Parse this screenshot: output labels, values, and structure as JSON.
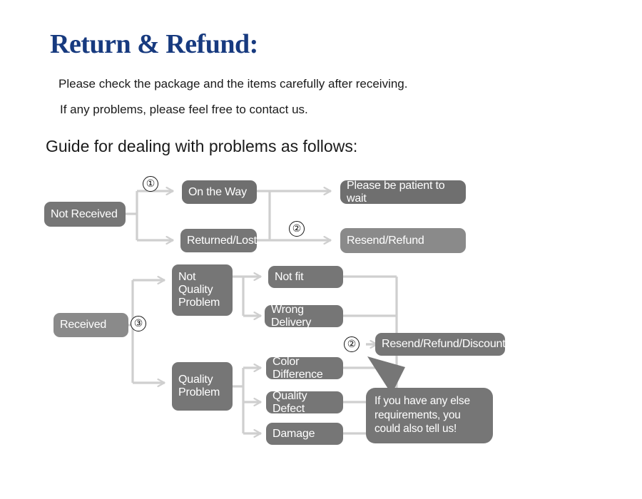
{
  "header": {
    "title": "Return & Refund:",
    "title_color": "#173a7f",
    "intro_line_1": "Please check the package and the items carefully after receiving.",
    "intro_line_2": "If any problems, please feel free to contact us.",
    "guide_line": "Guide for dealing with problems as follows:"
  },
  "theme": {
    "node_fill": "#767676",
    "node_fill_dark": "#6f6f6f",
    "node_fill_light": "#8a8a8a",
    "node_text": "#ffffff",
    "connector": "#c9c9c9",
    "background": "#ffffff"
  },
  "flow": {
    "nodes": {
      "not_received": "Not Received",
      "on_the_way": "On the Way",
      "returned_lost": "Returned/Lost",
      "please_be_patient": "Please be patient to wait",
      "resend_refund": "Resend/Refund",
      "received": "Received",
      "not_quality_problem": "Not\nQuality\nProblem",
      "quality_problem": "Quality\nProblem",
      "not_fit": "Not fit",
      "wrong_delivery": "Wrong Delivery",
      "color_difference": "Color Difference",
      "quality_defect": "Quality Defect",
      "damage": "Damage",
      "resend_refund_discount": "Resend/Refund/Discount"
    },
    "steps": {
      "one": "①",
      "two_top": "②",
      "two_bottom": "②",
      "three": "③"
    },
    "callout": "If you have any else requirements, you could also tell us!"
  },
  "chart_data": {
    "type": "diagram",
    "title": "Return & Refund decision flow",
    "branches": [
      {
        "root": "Not Received",
        "step": "①",
        "children": [
          {
            "label": "On the Way",
            "step": "②",
            "outcome": "Please be patient to wait"
          },
          {
            "label": "Returned/Lost",
            "step": "②",
            "outcome": "Resend/Refund"
          }
        ]
      },
      {
        "root": "Received",
        "step": "③",
        "children": [
          {
            "label": "Not Quality Problem",
            "reasons": [
              "Not fit",
              "Wrong Delivery"
            ],
            "step": "②",
            "outcome": "Resend/Refund/Discount"
          },
          {
            "label": "Quality Problem",
            "reasons": [
              "Color Difference",
              "Quality Defect",
              "Damage"
            ],
            "step": "②",
            "outcome": "Resend/Refund/Discount"
          }
        ]
      }
    ]
  }
}
